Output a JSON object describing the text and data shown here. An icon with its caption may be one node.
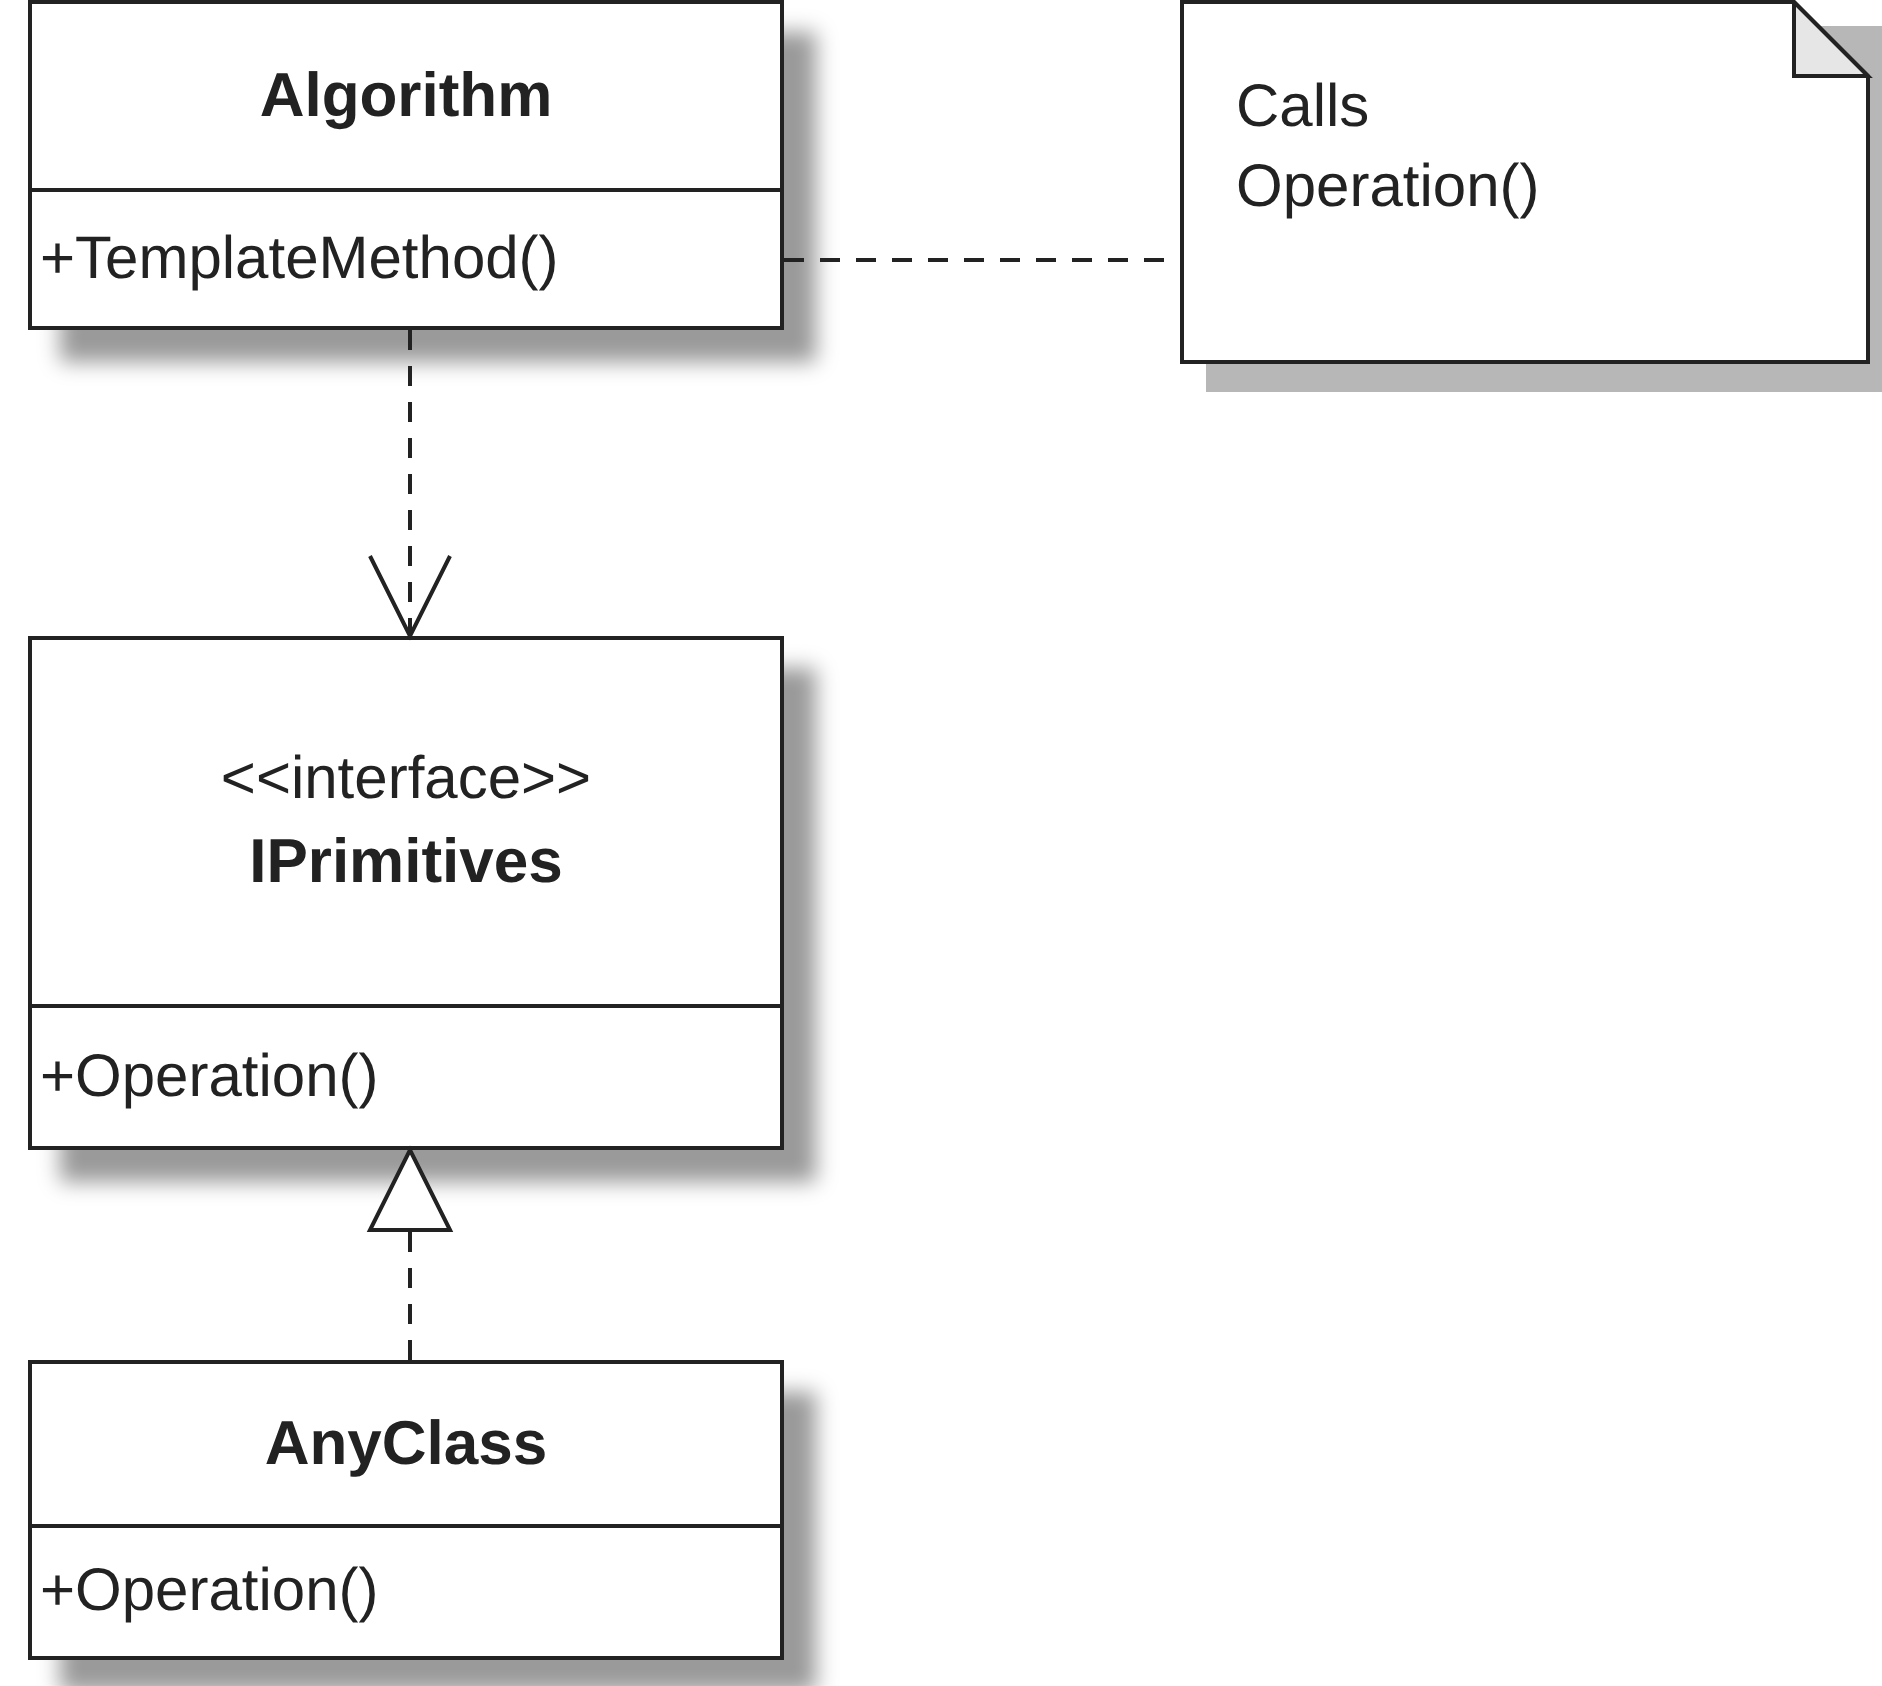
{
  "diagram": {
    "nodes": [
      {
        "text": [
          "Algorithm",
          "+TemplateMethod()"
        ]
      },
      {
        "text": [
          "Calls Operation()"
        ]
      },
      {
        "text": [
          "<<interface>>",
          "IPrimitives",
          "+Operation()"
        ]
      },
      {
        "text": [
          "AnyClass",
          "+Operation()"
        ]
      }
    ],
    "edges": [
      {
        "from": 0,
        "to": 1,
        "arrow": "none",
        "style": "dashed"
      },
      {
        "from": 0,
        "to": 2,
        "arrow": "to",
        "style": "dashed"
      },
      {
        "from": 3,
        "to": 2,
        "arrow": "to",
        "style": "dashed"
      }
    ]
  }
}
